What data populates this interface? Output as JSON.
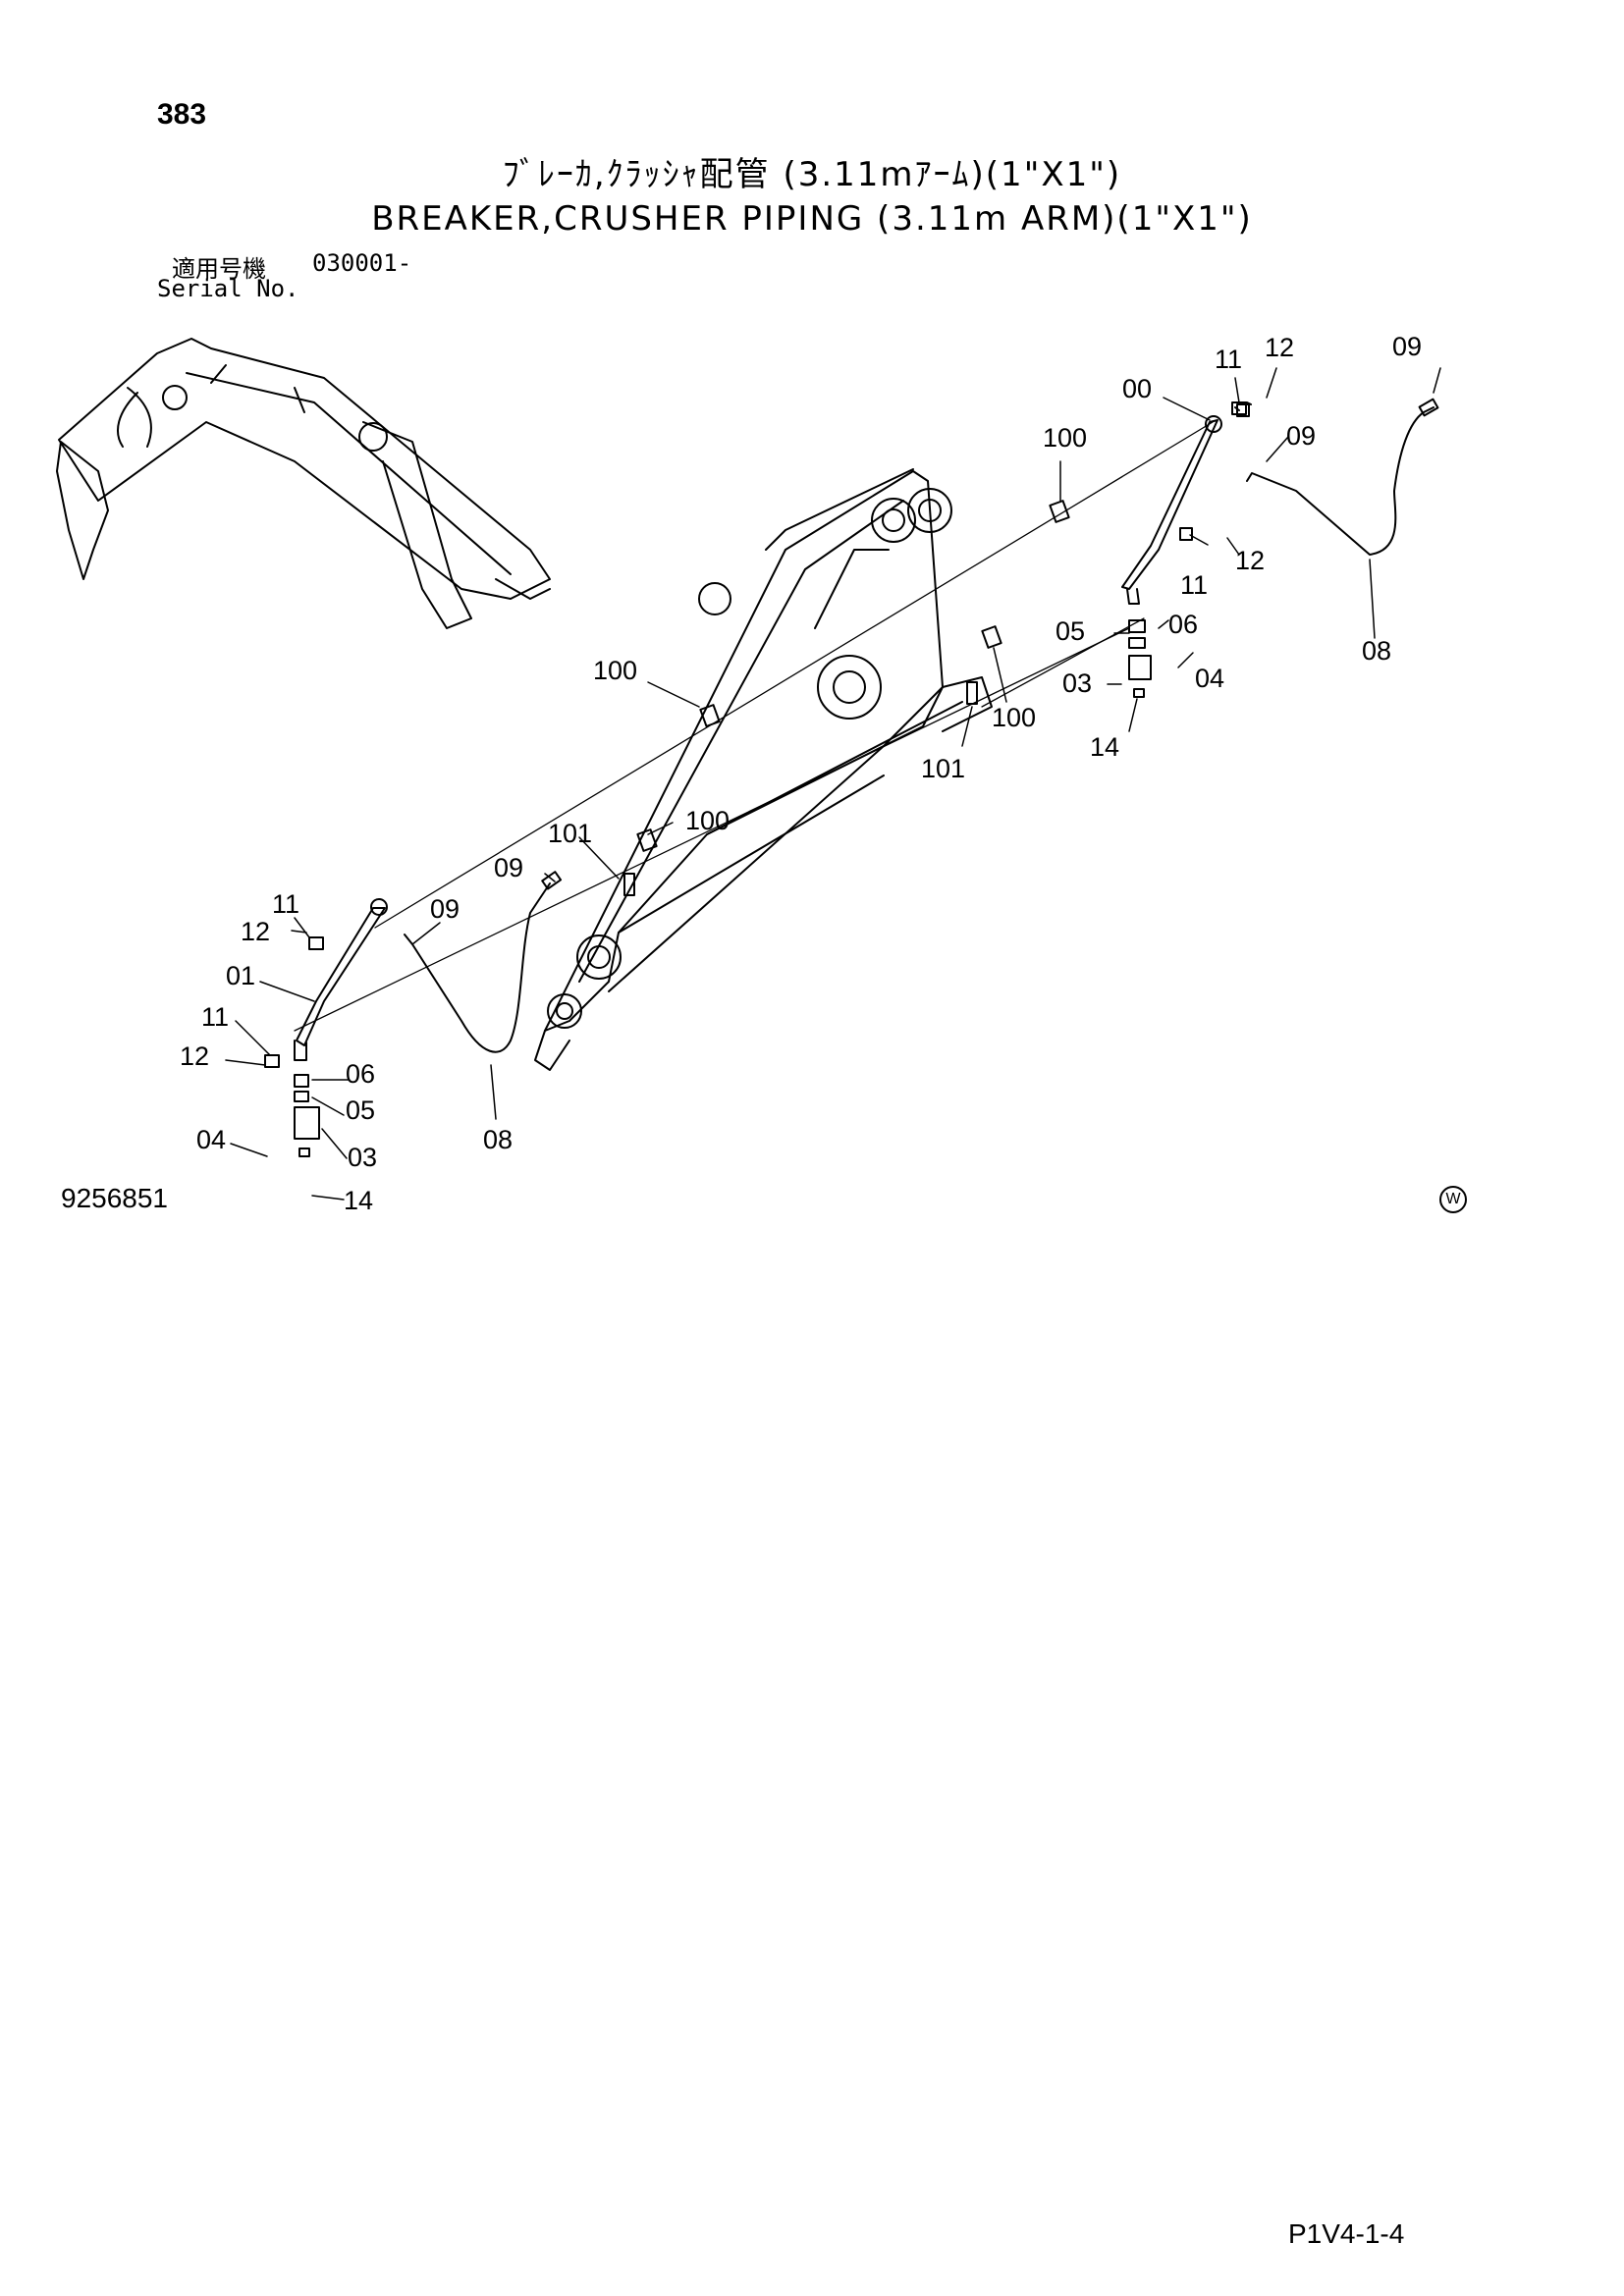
{
  "header": {
    "page_number": "383",
    "title_jp": "ﾌﾞﾚｰｶ,ｸﾗｯｼｬ配管 (3.11mｱｰﾑ)(1\"X1\")",
    "title_en": "BREAKER,CRUSHER PIPING (3.11m ARM)(1\"X1\")",
    "serial_label_jp": "適用号機",
    "serial_value": "030001-",
    "serial_label_en": "Serial No."
  },
  "diagram": {
    "callouts": [
      "00",
      "01",
      "03",
      "04",
      "05",
      "06",
      "08",
      "09",
      "11",
      "12",
      "14",
      "100",
      "101"
    ],
    "callout_marks": [
      "11",
      "12",
      "09",
      "00",
      "100",
      "09",
      "11",
      "12",
      "08",
      "05",
      "06",
      "03",
      "04",
      "14",
      "100",
      "101",
      "100",
      "101",
      "100",
      "09",
      "11",
      "12",
      "09",
      "01",
      "11",
      "12",
      "06",
      "05",
      "04",
      "03",
      "08",
      "14"
    ]
  },
  "footer": {
    "diagram_number": "9256851",
    "mark": "W",
    "page_ref": "P1V4-1-4"
  }
}
